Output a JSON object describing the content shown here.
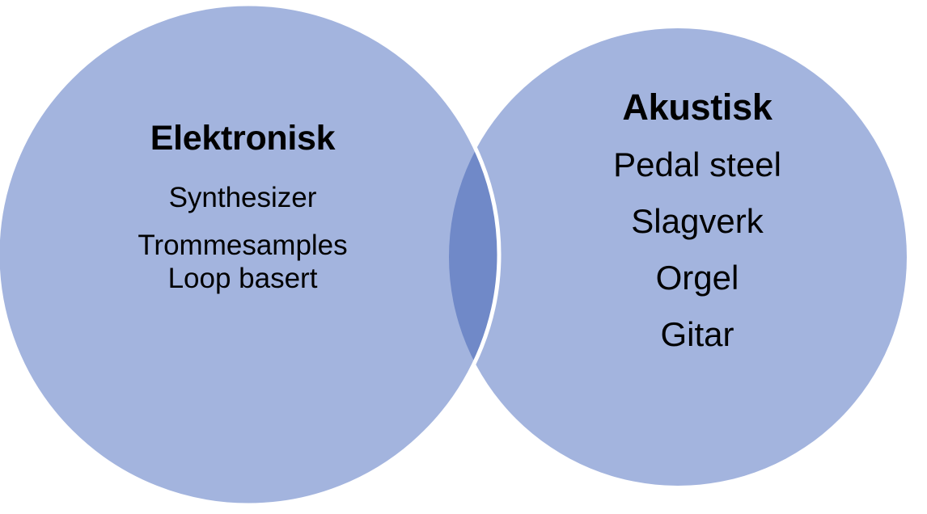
{
  "diagram": {
    "type": "venn",
    "title": "",
    "background_color": "#FFFFFF",
    "set_fill_color": "#A3B4DE",
    "intersection_fill_color": "#7089C8",
    "outline_color": "#FFFFFF",
    "text_color": "#000000",
    "sets": [
      {
        "id": "elektronisk",
        "title": "Elektronisk",
        "items": [
          "Synthesizer",
          "Trommesamples",
          "Loop basert"
        ]
      },
      {
        "id": "akustisk",
        "title": "Akustisk",
        "items": [
          "Pedal steel",
          "Slagverk",
          "Orgel",
          "Gitar"
        ]
      }
    ],
    "intersection": {
      "id": "elektronisk-akustisk-overlap",
      "items": []
    }
  }
}
